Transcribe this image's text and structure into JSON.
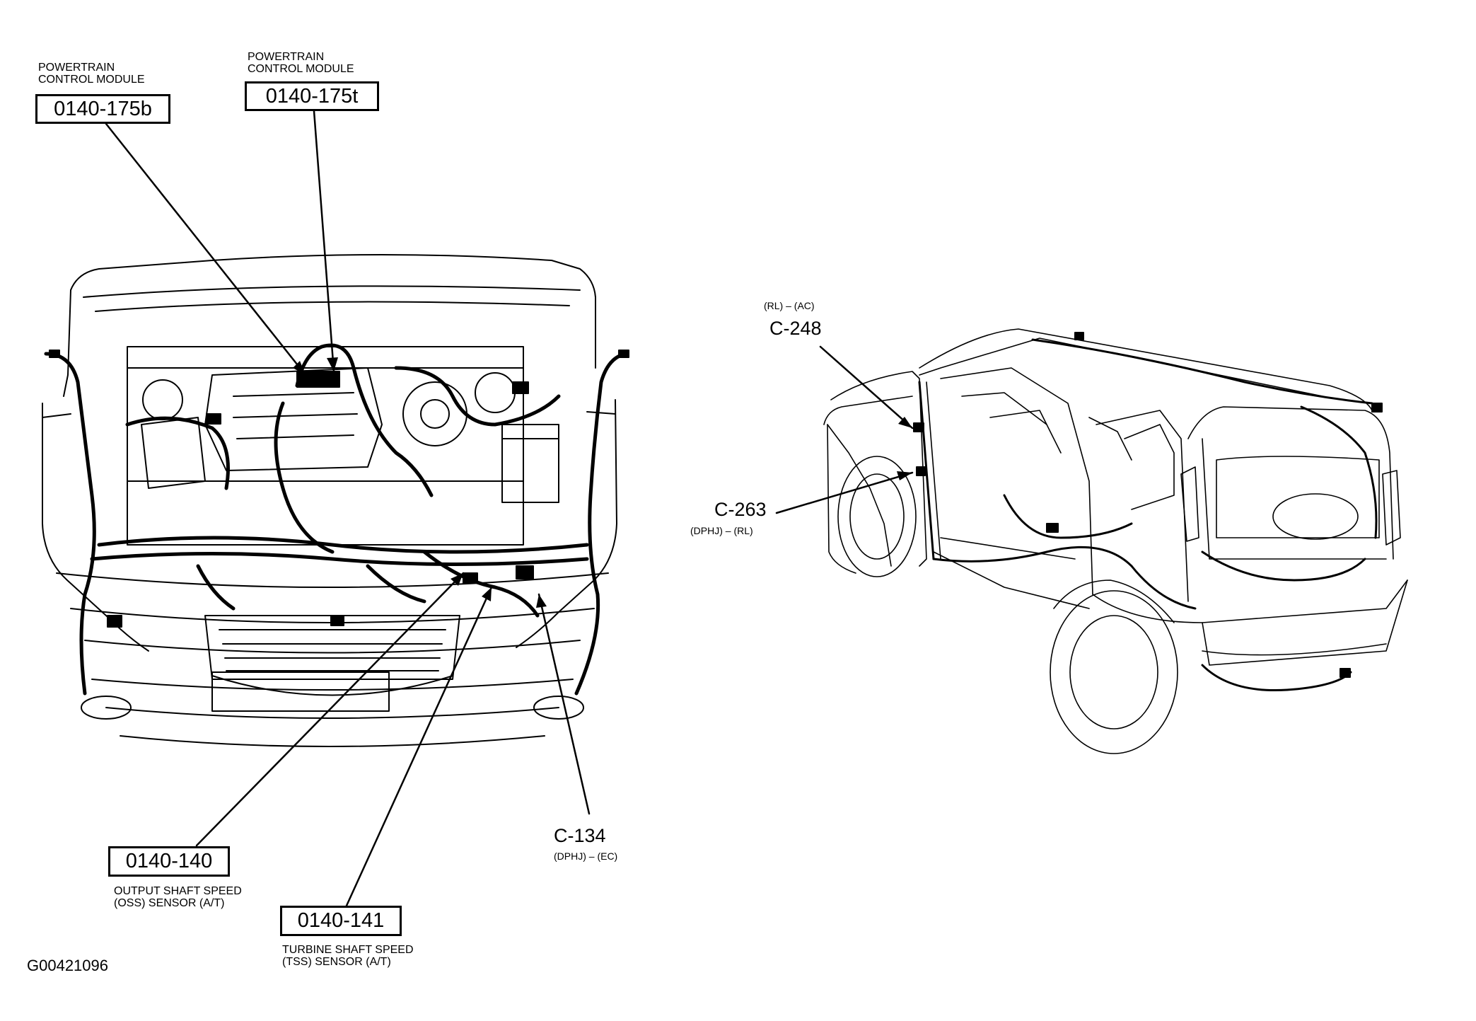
{
  "callouts": {
    "pcm_b": {
      "title_line1": "POWERTRAIN",
      "title_line2": "CONTROL MODULE",
      "code": "0140-175b"
    },
    "pcm_t": {
      "title_line1": "POWERTRAIN",
      "title_line2": "CONTROL MODULE",
      "code": "0140-175t"
    },
    "oss": {
      "code": "0140-140",
      "desc_line1": "OUTPUT SHAFT SPEED",
      "desc_line2": "(OSS) SENSOR (A/T)"
    },
    "tss": {
      "code": "0140-141",
      "desc_line1": "TURBINE SHAFT SPEED",
      "desc_line2": "(TSS) SENSOR (A/T)"
    },
    "c134": {
      "label": "C-134",
      "sub": "(DPHJ) – (EC)"
    },
    "c248": {
      "label": "C-248",
      "sub": "(RL) – (AC)"
    },
    "c263": {
      "label": "C-263",
      "sub": "(DPHJ) – (RL)"
    }
  },
  "figure_id": "G00421096",
  "illustrations": [
    "engine-bay-wiring-harness",
    "vehicle-rear-wiring-harness"
  ]
}
